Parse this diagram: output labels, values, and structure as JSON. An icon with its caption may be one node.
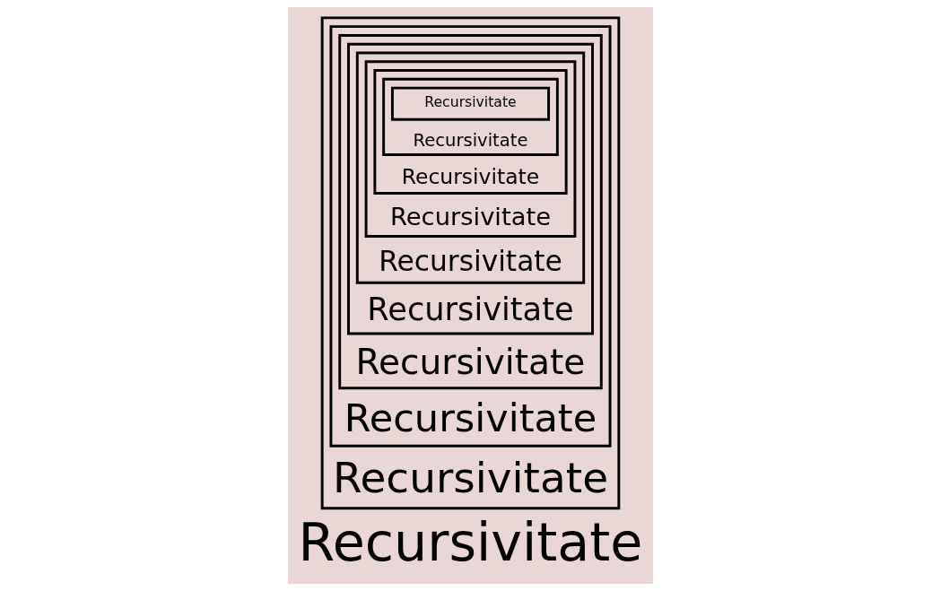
{
  "diagram": {
    "nodes": [
      {
        "text": [
          "Recursivitate"
        ]
      },
      {
        "text": [
          "Recursivitate"
        ],
        "in": 0
      },
      {
        "text": [
          "Recursivitate"
        ],
        "in": 1
      },
      {
        "text": [
          "Recursivitate"
        ],
        "in": 2
      },
      {
        "text": [
          "Recursivitate"
        ],
        "in": 3
      },
      {
        "text": [
          "Recursivitate"
        ],
        "in": 4
      },
      {
        "text": [
          "Recursivitate"
        ],
        "in": 5
      },
      {
        "text": [
          "Recursivitate"
        ],
        "in": 6
      },
      {
        "text": [
          "Recursivitate"
        ],
        "in": 7
      }
    ],
    "labels": [
      "Recursivitate"
    ]
  }
}
